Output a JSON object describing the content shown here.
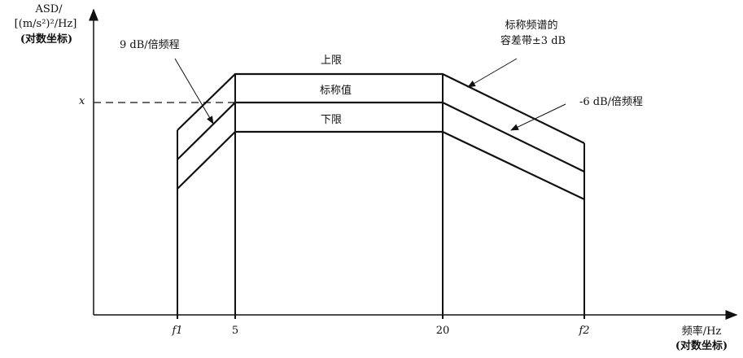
{
  "y_axis_label": {
    "line1": "ASD/",
    "line2": "[(m/s²)²/Hz]",
    "line3": "(对数坐标)"
  },
  "x_axis_label": {
    "line1": "频率/Hz",
    "line2": "(对数坐标)"
  },
  "x_ticks": [
    "f1",
    "5",
    "20",
    "f2"
  ],
  "y_reference_label": "x",
  "band_labels": {
    "upper": "上限",
    "nominal": "标称值",
    "lower": "下限"
  },
  "annotations": {
    "slope_up": "9 dB/倍频程",
    "tolerance_line1": "标称频谱的",
    "tolerance_line2": "容差带±3 dB",
    "slope_down": "-6 dB/倍频程"
  }
}
